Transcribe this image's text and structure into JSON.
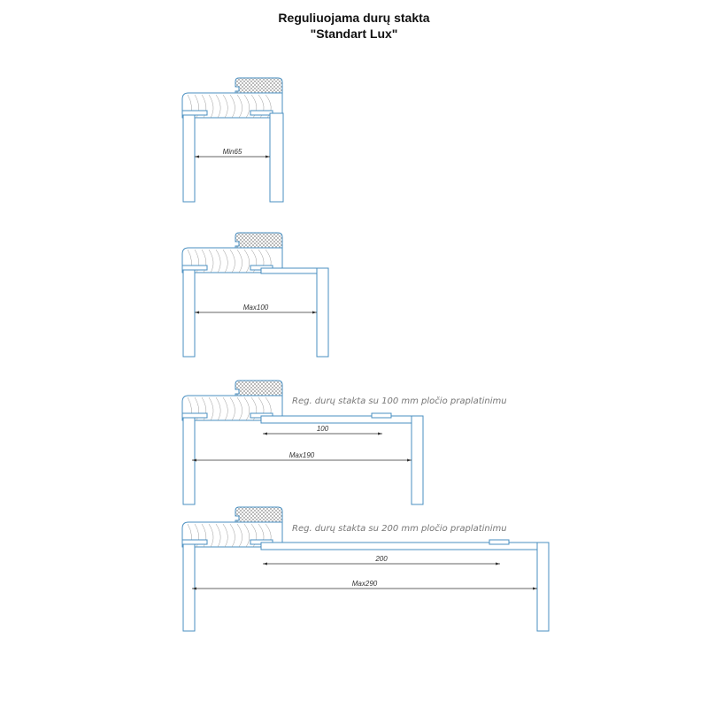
{
  "title": {
    "line1": "Reguliuojama durų stakta",
    "line2": "\"Standart Lux\""
  },
  "colors": {
    "outline": "#4a8fc0",
    "dimension": "#333333",
    "caption": "#777777"
  },
  "diagrams": [
    {
      "caption": "",
      "dims": [
        "Min65"
      ]
    },
    {
      "caption": "",
      "dims": [
        "Max100"
      ]
    },
    {
      "caption": "Reg. durų stakta su 100 mm pločio praplatinimu",
      "dims": [
        "100",
        "Max190"
      ]
    },
    {
      "caption": "Reg. durų stakta su 200 mm pločio praplatinimu",
      "dims": [
        "200",
        "Max290"
      ]
    }
  ]
}
